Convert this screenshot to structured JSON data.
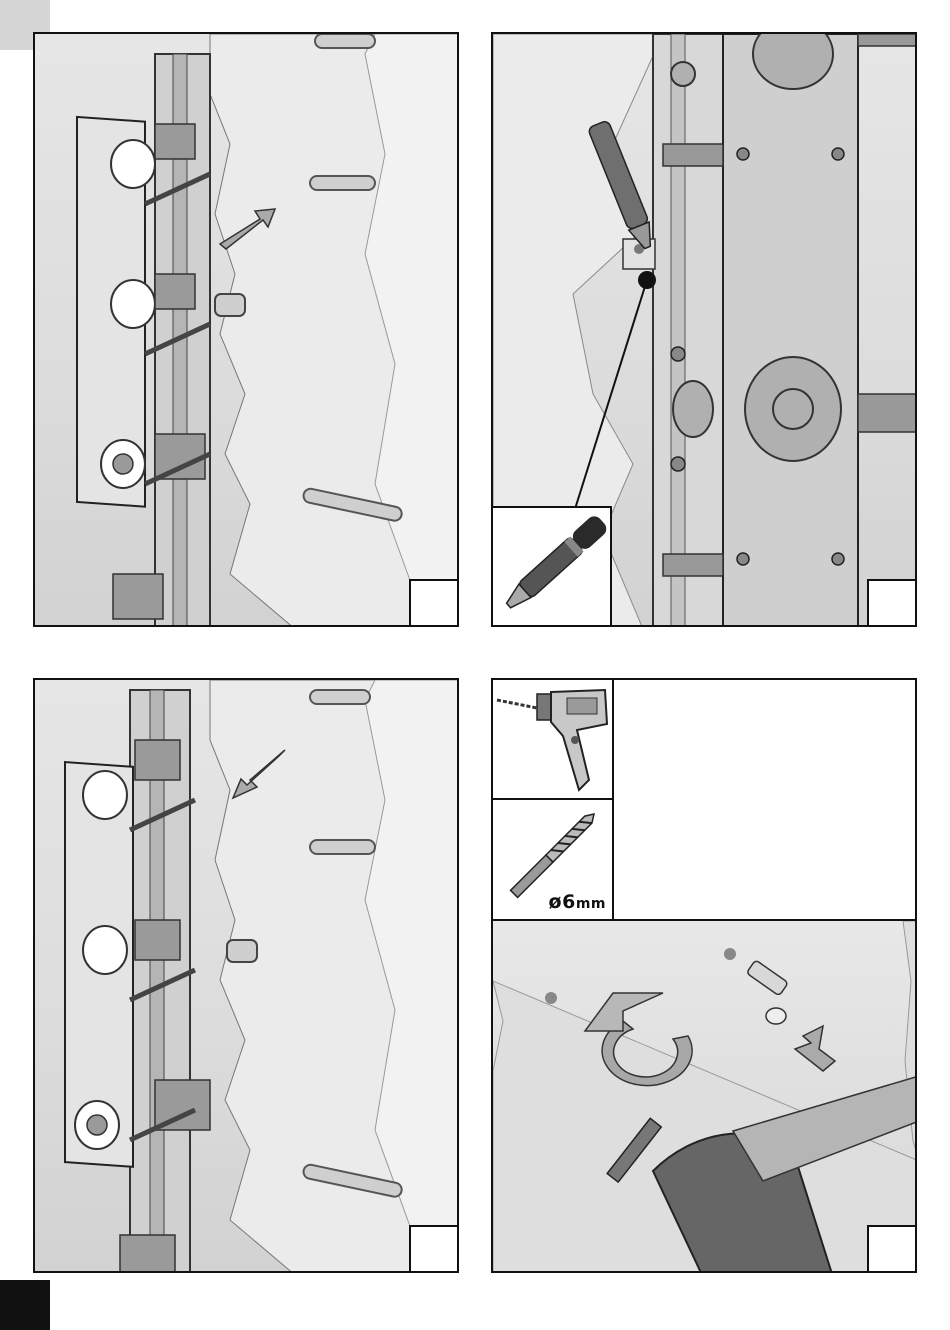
{
  "page": {
    "title": "",
    "colors": {
      "frame": "#111111",
      "wall": "#dcdcdc",
      "metal": "#9a9a9a",
      "page_marker": "#111111"
    }
  },
  "steps": [
    {
      "id": "step-1",
      "step_number": "",
      "arrow_direction": "toward-wall",
      "description_icon": "mounting-frame-icon"
    },
    {
      "id": "step-2",
      "step_number": "",
      "inset_icon": "marker-pen-icon",
      "description_icon": "mark-holes-icon"
    },
    {
      "id": "step-3",
      "step_number": "",
      "arrow_direction": "away-from-wall",
      "description_icon": "mounting-frame-icon"
    },
    {
      "id": "step-4",
      "step_number": "",
      "tools": [
        {
          "icon": "drill-icon"
        },
        {
          "icon": "drill-bit-icon"
        }
      ],
      "description_icon": "drilling-wall-icon"
    }
  ],
  "drill_bit": {
    "size_value": "6",
    "size_unit": "mm",
    "diameter_symbol": "ø"
  }
}
